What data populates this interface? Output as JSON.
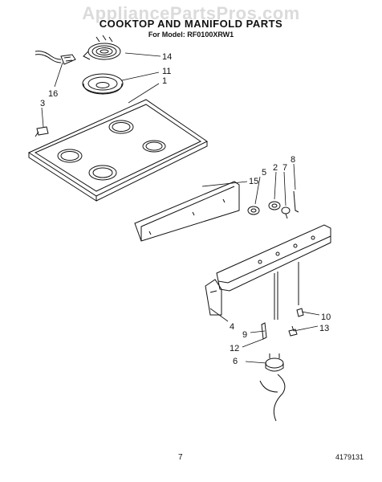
{
  "header": {
    "watermark": "AppliancePartsPros.com",
    "title": "COOKTOP AND MANIFOLD PARTS",
    "model_line": "For Model: RF0100XRW1"
  },
  "footer": {
    "page_number": "7",
    "document_number": "4179131"
  },
  "callouts": {
    "c14": "14",
    "c11": "11",
    "c1": "1",
    "c16": "16",
    "c3": "3",
    "c15": "15",
    "c5": "5",
    "c2": "2",
    "c7": "7",
    "c8": "8",
    "c10": "10",
    "c4": "4",
    "c9": "9",
    "c13": "13",
    "c12": "12",
    "c6": "6"
  }
}
